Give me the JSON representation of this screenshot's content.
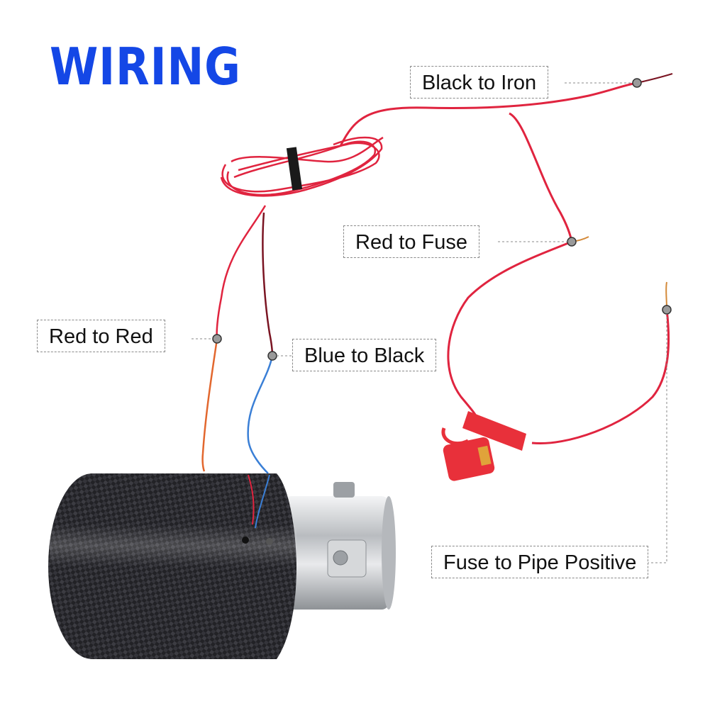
{
  "title": "WIRING",
  "labels": {
    "black_to_iron": "Black to Iron",
    "red_to_fuse": "Red to Fuse",
    "red_to_red": "Red to Red",
    "blue_to_black": "Blue to Black",
    "fuse_to_pipe_positive": "Fuse to Pipe Positive"
  },
  "colors": {
    "title": "#1447e6",
    "red_wire": "#e0243f",
    "dark_wire": "#7a1422",
    "blue_wire": "#3a7fd6",
    "fuse_holder": "#e8303a",
    "carbon": "#2a2a2e",
    "chrome": "#c9ccd0"
  }
}
